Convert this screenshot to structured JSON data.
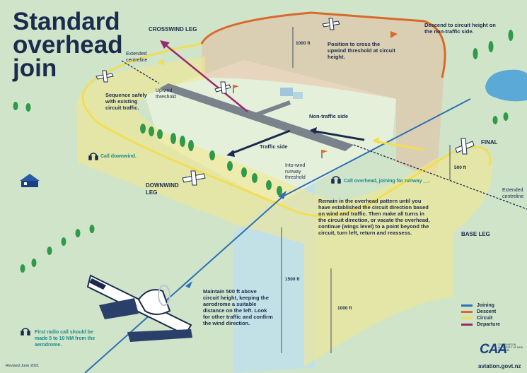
{
  "title": {
    "line1": "Standard",
    "line2": "overhead",
    "line3": "join"
  },
  "legs": {
    "crosswind": "CROSSWIND LEG",
    "downwind": "DOWNWIND LEG",
    "base": "BASE LEG",
    "final": "FINAL"
  },
  "labels": {
    "extended_centreline": "Extended centreline",
    "upwind_threshold": "Upwind threshold",
    "into_wind_threshold": "Into-wind runway threshold",
    "non_traffic_side": "Non-traffic side",
    "traffic_side": "Traffic side"
  },
  "altitudes": {
    "top": "1000 ft",
    "final": "500 ft",
    "mid": "1500 ft",
    "bottom": "1000 ft"
  },
  "notes": {
    "descend": "Descend to circuit height on the non-traffic side.",
    "position": "Position to cross the upwind threshold at circuit height.",
    "sequence": "Sequence safely with existing circuit traffic.",
    "call_downwind": "Call downwind.",
    "call_overhead": "Call overhead, joining for runway __.",
    "remain": "Remain in the overhead pattern until you have established the circuit direction based on wind and traffic. Then make all turns in the circuit direction, or vacate the overhead, continue (wings level) to a point beyond the circuit, turn left, return and reassess.",
    "maintain": "Maintain 500 ft above circuit height, keeping the aerodrome a suitable distance on the left. Look for other traffic and confirm the wind direction.",
    "first_call": "First radio call should be made 5 to 10 NM from the aerodrome."
  },
  "legend": [
    {
      "label": "Joining",
      "color": "#2e6fb5"
    },
    {
      "label": "Descent",
      "color": "#d9692a"
    },
    {
      "label": "Circuit",
      "color": "#f2dd55"
    },
    {
      "label": "Departure",
      "color": "#9a2a6e"
    }
  ],
  "footer": {
    "revised": "Revised June 2021",
    "website": "aviation.govt.nz",
    "logo": "CAA",
    "logo_sub": "CIVIL AVIATION AUTHORITY OF NEW ZEALAND"
  },
  "icons": [
    "headset-icon",
    "airplane-icon",
    "windsock-icon",
    "tree-icon",
    "lake-icon",
    "house-icon",
    "hangar-icon"
  ]
}
